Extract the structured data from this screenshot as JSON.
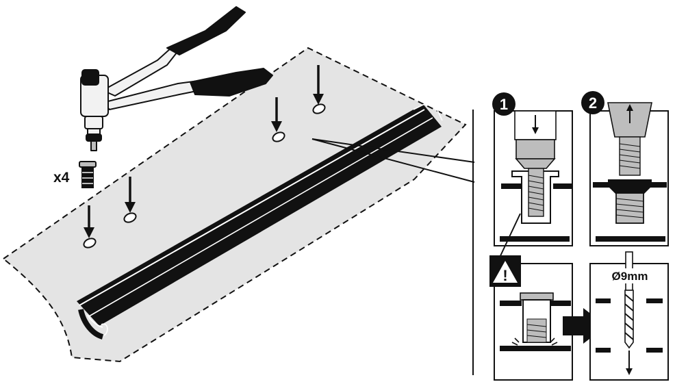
{
  "quantity_label": "x4",
  "step_numbers": [
    "1",
    "2"
  ],
  "warning_symbol": "!",
  "drill_size_label": "Ø9mm",
  "colors": {
    "ink": "#111111",
    "panel": "#e4e4e4",
    "tool_body": "#f2f2f2",
    "mid_gray": "#bdbdbd",
    "paper": "#ffffff"
  },
  "icons": [
    "rivet-nut-tool-icon",
    "rivet-nut-icon",
    "down-arrow-icon",
    "warning-icon",
    "drill-bit-icon",
    "right-arrow-icon"
  ]
}
